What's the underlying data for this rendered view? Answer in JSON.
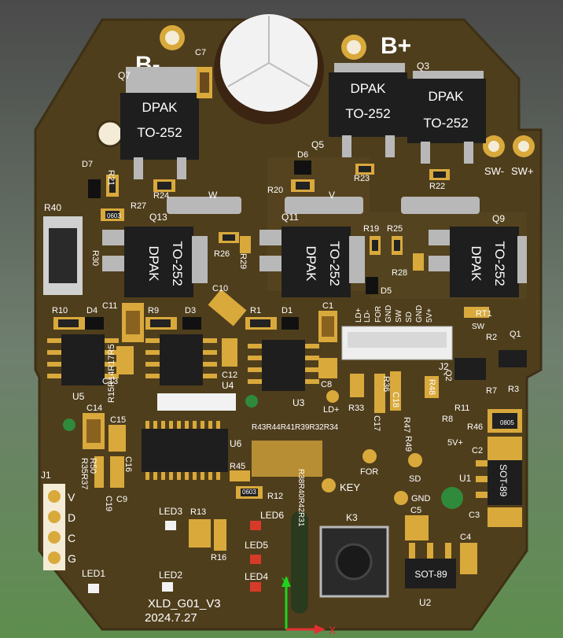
{
  "board": {
    "colors": {
      "pcb": "#4f3e1c",
      "pcb_edge": "#3e3015",
      "silk": "#ffffff",
      "pad": "#d9a93c",
      "chip": "#1e1e1e",
      "tab": "#b8b8b8"
    },
    "title": "XLD_G01_V3",
    "date": "2024.7.27"
  },
  "terminals": {
    "b_minus": "B-",
    "b_plus": "B+",
    "sw_minus": "SW-",
    "sw_plus": "SW+"
  },
  "mosfets": [
    {
      "ref": "Q7",
      "line1": "DPAK",
      "line2": "TO-252"
    },
    {
      "ref": "Q5",
      "line1": "DPAK",
      "line2": "TO-252"
    },
    {
      "ref": "Q3",
      "line1": "DPAK",
      "line2": "TO-252"
    },
    {
      "ref": "Q13",
      "line1": "DPAK",
      "line2": "TO-252"
    },
    {
      "ref": "Q11",
      "line1": "DPAK",
      "line2": "TO-252"
    },
    {
      "ref": "Q9",
      "line1": "DPAK",
      "line2": "TO-252"
    }
  ],
  "phase_labels": {
    "w": "W",
    "v": "V"
  },
  "ics": {
    "u1": "U1",
    "u2": "U2",
    "u3": "U3",
    "u4": "U4",
    "u5": "U5",
    "u6": "U6",
    "sot": "SOT-89"
  },
  "connector": {
    "ref": "J2",
    "pins": [
      "LD+",
      "LD-",
      "FOR",
      "GND",
      "SW",
      "SD",
      "GND",
      "5V+"
    ]
  },
  "header_j1": {
    "ref": "J1",
    "pins": [
      "V",
      "D",
      "C",
      "G"
    ]
  },
  "test_points": {
    "ld": "LD+",
    "for": "FOR",
    "sd": "SD",
    "gnd": "GND",
    "v5": "5V+",
    "key": "KEY"
  },
  "button": {
    "ref": "K3"
  },
  "leds": [
    "LED1",
    "LED2",
    "LED3",
    "LED4",
    "LED5",
    "LED6"
  ],
  "refs": {
    "r21": "R21",
    "r24": "R24",
    "r27": "R27",
    "r40": "R40",
    "r30": "R30",
    "r26": "R26",
    "r29": "R29",
    "r20": "R20",
    "r23": "R23",
    "r22": "R22",
    "r19": "R19",
    "r25": "R25",
    "r28": "R28",
    "r10": "R10",
    "r9": "R9",
    "r1": "R1",
    "r2": "R2",
    "r3": "R3",
    "r7": "R7",
    "r8": "R8",
    "r11": "R11",
    "r33": "R33",
    "r36": "R36",
    "r48": "R48",
    "r46": "R46",
    "r45": "R45",
    "r12": "R12",
    "r13": "R13",
    "r16": "R16",
    "r49": "R49",
    "r47": "R47",
    "rt1": "RT1",
    "r_vert1": "R15R14R17R5",
    "r_vert2": "R50",
    "r_vert3": "R35R37",
    "r_row1": "R43R44R41R39R32R34",
    "r_row2": "R38R40R42R31",
    "d7": "D7",
    "d6": "D6",
    "d5": "D5",
    "d4": "D4",
    "d3": "D3",
    "d1": "D1",
    "c7": "C7",
    "c10": "C10",
    "c11": "C11",
    "c13": "C13",
    "c12": "C12",
    "c1": "C1",
    "c8": "C8",
    "c14": "C14",
    "c15": "C15",
    "c16": "C16",
    "c9": "C9",
    "c19": "C19",
    "c17": "C17",
    "c18": "C18",
    "c2": "C2",
    "c3": "C3",
    "c4": "C4",
    "c5": "C5",
    "q1": "Q1",
    "q2": "Q2",
    "sw_lbl": "SW",
    "small_0805": "0805",
    "small_0603": "0603"
  },
  "axes": {
    "x": "X",
    "y": "Y"
  }
}
